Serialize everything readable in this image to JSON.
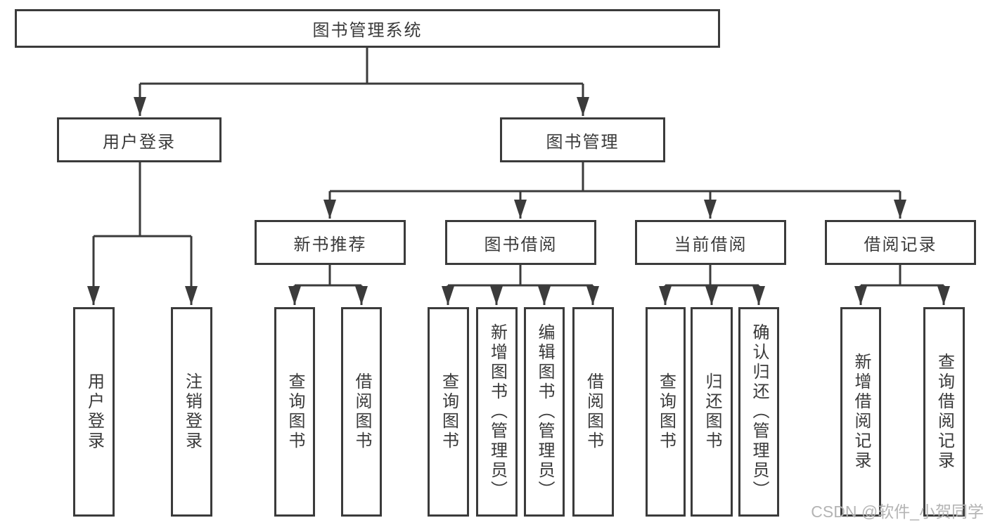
{
  "diagram": {
    "root": {
      "label": "图书管理系统"
    },
    "level1": [
      {
        "label": "用户登录"
      },
      {
        "label": "图书管理"
      }
    ],
    "level2": [
      {
        "label": "新书推荐"
      },
      {
        "label": "图书借阅"
      },
      {
        "label": "当前借阅"
      },
      {
        "label": "借阅记录"
      }
    ],
    "leaves": [
      {
        "label": "用户登录"
      },
      {
        "label": "注销登录"
      },
      {
        "label": "查询图书"
      },
      {
        "label": "借阅图书"
      },
      {
        "label": "查询图书"
      },
      {
        "label": "新增图书（管理员）"
      },
      {
        "label": "编辑图书（管理员）"
      },
      {
        "label": "借阅图书"
      },
      {
        "label": "查询图书"
      },
      {
        "label": "归还图书"
      },
      {
        "label": "确认归还（管理员）"
      },
      {
        "label": "新增借阅记录"
      },
      {
        "label": "查询借阅记录"
      }
    ]
  },
  "watermark": {
    "text": "CSDN @软件_小贺同学"
  },
  "colors": {
    "line": "#3b3b3b",
    "text": "#3a3a3a",
    "watermark": "#b4b4b4",
    "background": "#ffffff"
  }
}
